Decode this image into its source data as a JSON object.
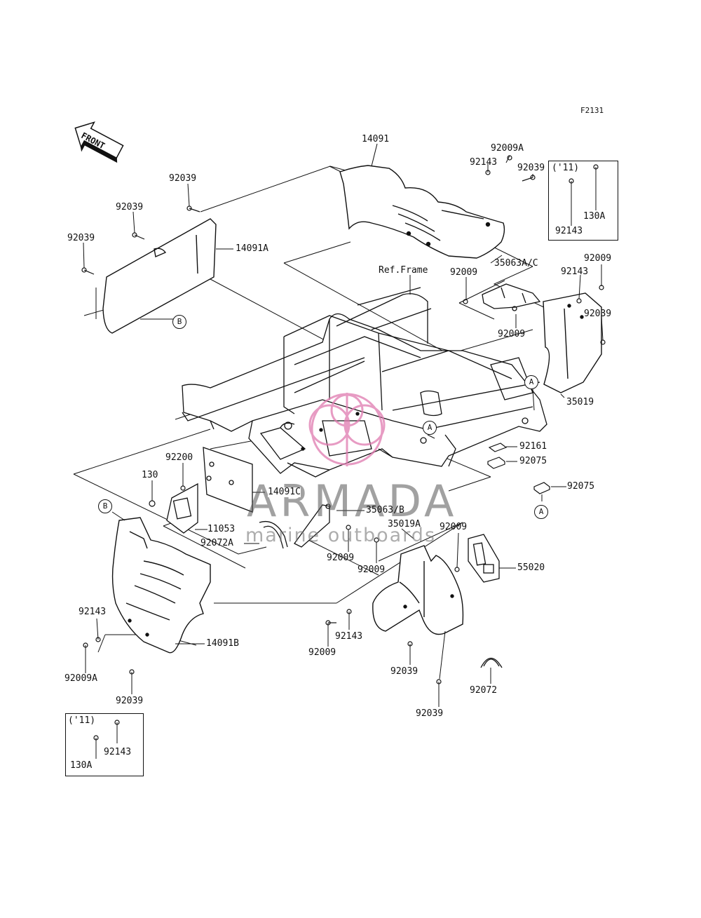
{
  "figure_code": "F2131",
  "front_arrow_text": "FRONT",
  "watermark": {
    "brand": "ARMADA",
    "tagline": "marine outboards",
    "color": "#e07ab0"
  },
  "callouts": [
    {
      "id": "c1",
      "text": "14091"
    },
    {
      "id": "c2",
      "text": "92009A"
    },
    {
      "id": "c3",
      "text": "92143"
    },
    {
      "id": "c4",
      "text": "92039"
    },
    {
      "id": "c5",
      "text": "92039"
    },
    {
      "id": "c6",
      "text": "92039"
    },
    {
      "id": "c7",
      "text": "14091A"
    },
    {
      "id": "c8",
      "text": "92039"
    },
    {
      "id": "c9",
      "text": "Ref.Frame"
    },
    {
      "id": "c10",
      "text": "35063A/C"
    },
    {
      "id": "c11",
      "text": "92009"
    },
    {
      "id": "c12",
      "text": "92143"
    },
    {
      "id": "c13",
      "text": "92009"
    },
    {
      "id": "c14",
      "text": "92039"
    },
    {
      "id": "c15",
      "text": "92009"
    },
    {
      "id": "c16",
      "text": "35019"
    },
    {
      "id": "c17",
      "text": "92161"
    },
    {
      "id": "c18",
      "text": "92075"
    },
    {
      "id": "c19",
      "text": "92075"
    },
    {
      "id": "c20",
      "text": "92200"
    },
    {
      "id": "c21",
      "text": "130"
    },
    {
      "id": "c22",
      "text": "14091C"
    },
    {
      "id": "c23",
      "text": "35063/B"
    },
    {
      "id": "c24",
      "text": "35019A"
    },
    {
      "id": "c25",
      "text": "92009"
    },
    {
      "id": "c26",
      "text": "11053"
    },
    {
      "id": "c27",
      "text": "92072A"
    },
    {
      "id": "c28",
      "text": "92009"
    },
    {
      "id": "c29",
      "text": "92009"
    },
    {
      "id": "c30",
      "text": "55020"
    },
    {
      "id": "c31",
      "text": "92143"
    },
    {
      "id": "c32",
      "text": "92009A"
    },
    {
      "id": "c33",
      "text": "14091B"
    },
    {
      "id": "c34",
      "text": "92039"
    },
    {
      "id": "c35",
      "text": "92009"
    },
    {
      "id": "c36",
      "text": "92143"
    },
    {
      "id": "c37",
      "text": "92039"
    },
    {
      "id": "c38",
      "text": "92039"
    },
    {
      "id": "c39",
      "text": "92072"
    }
  ],
  "inset_boxes": [
    {
      "id": "inset-top",
      "year": "('11)",
      "parts": [
        "130A",
        "92143"
      ]
    },
    {
      "id": "inset-bottom",
      "year": "('11)",
      "parts": [
        "92143",
        "130A"
      ]
    }
  ],
  "reference_markers": [
    {
      "id": "m1",
      "letter": "B"
    },
    {
      "id": "m2",
      "letter": "A"
    },
    {
      "id": "m3",
      "letter": "A"
    },
    {
      "id": "m4",
      "letter": "A"
    },
    {
      "id": "m5",
      "letter": "B"
    }
  ]
}
